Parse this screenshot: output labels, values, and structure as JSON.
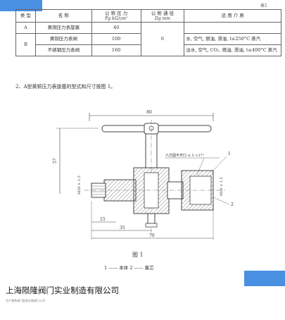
{
  "colors": {
    "accent": "#4a90e2",
    "line": "#444444",
    "hatch": "#666666"
  },
  "doc_number": "表1",
  "table": {
    "headers": {
      "type": "类 型",
      "name": "名 称",
      "pressure": "公 称 压 力",
      "pressure_unit": "Pg kG/cm²",
      "diameter": "公 称 通 径",
      "diameter_unit": "Dg mm",
      "medium": "适 用 介 质"
    },
    "rows": [
      {
        "type": "A",
        "name": "黄铜压力表旋塞",
        "pressure": "40",
        "medium": ""
      },
      {
        "type": "B",
        "name": "黄铜压力表阀",
        "pressure": "100",
        "medium": "水, 空气, 燃油, 滑油, t≤250°C 蒸汽"
      },
      {
        "type": "",
        "name": "不锈钢压力表阀",
        "pressure": "160",
        "medium": "淡水, 空气, CO₂, 燃油, 滑油, t≤400°C 蒸汽"
      }
    ],
    "diameter_value": "6"
  },
  "caption": "2、A型黄铜压力表旋塞的型式和尺寸按图 1。",
  "drawing": {
    "dim_top": "80",
    "dim_left": "57",
    "thread_label": "六方圆平开口 ≤ 5 ×37°",
    "part1": "1",
    "part2": "2",
    "left_thread": "M20 × 1.5",
    "right_thread": "M20 × 1.5",
    "dim_15": "15",
    "dim_35": "35",
    "dim_70": "70"
  },
  "figure_label": "图 1",
  "parts_legend": "1 —— 本体    2 —— 塞芯",
  "company_name": "上海陨隆阀门实业制造有限公司",
  "company_subline": "生产各种阀门批发价格阀门公司"
}
